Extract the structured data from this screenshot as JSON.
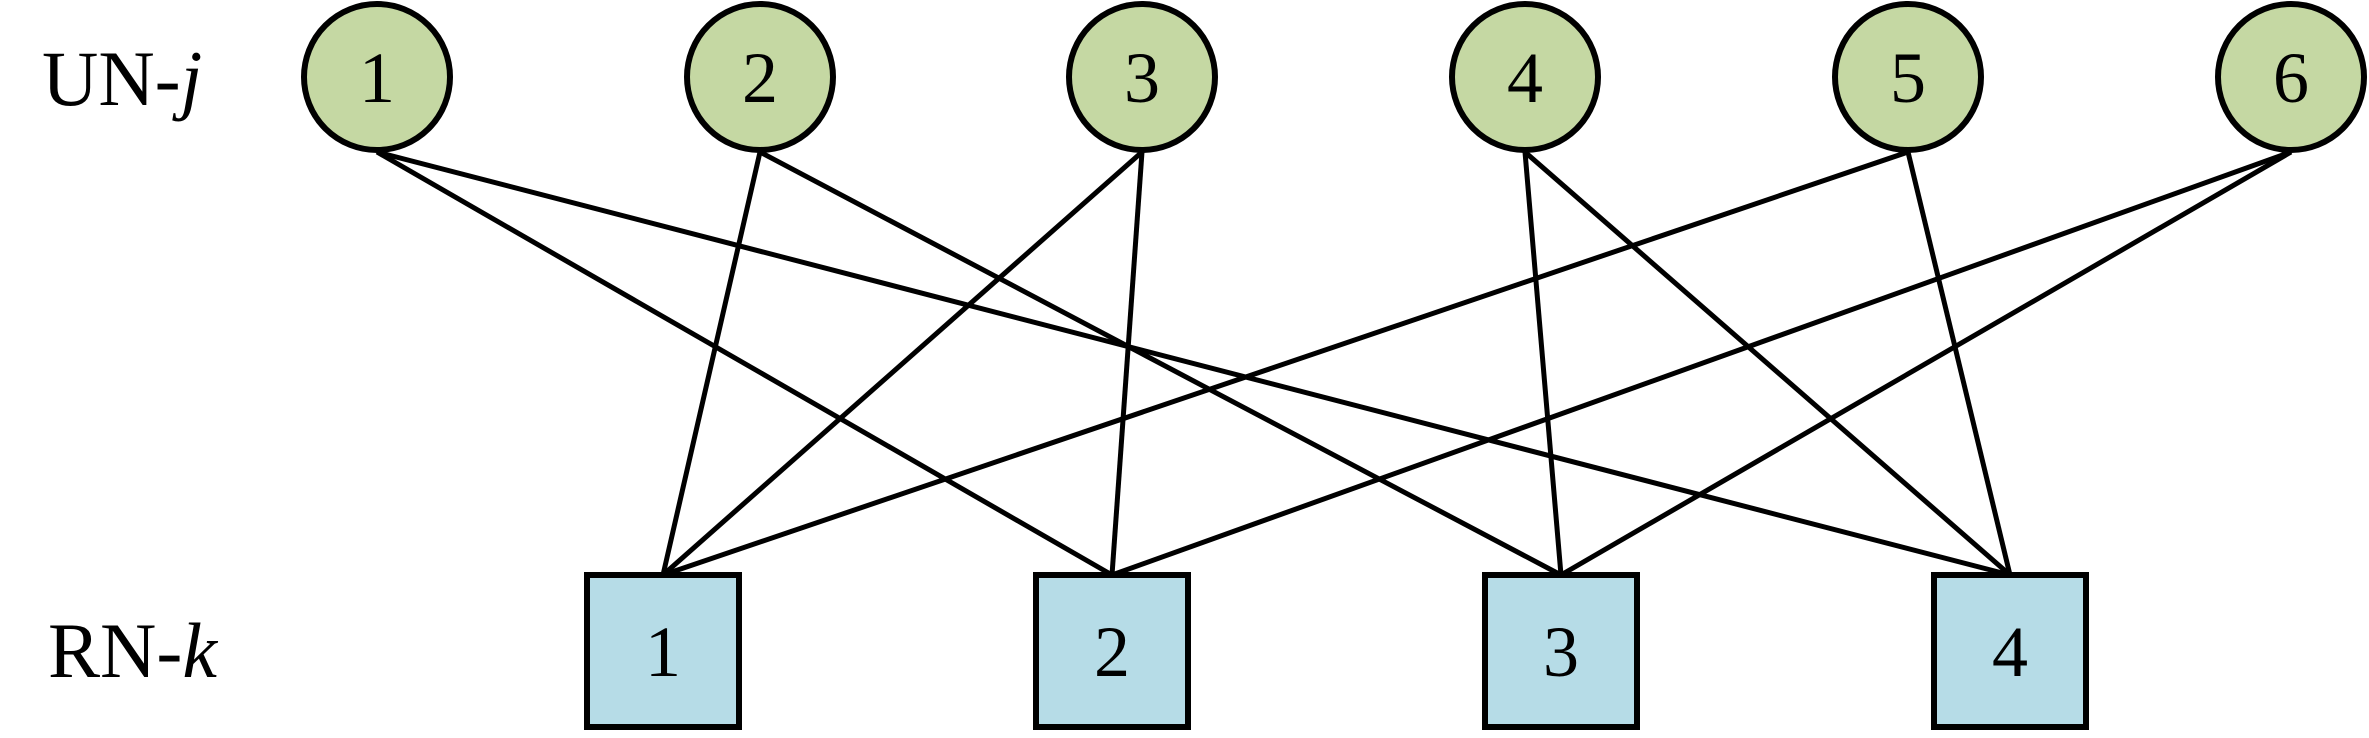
{
  "labels": {
    "un_prefix": "UN-",
    "un_var": "j",
    "rn_prefix": "RN-",
    "rn_var": "k"
  },
  "colors": {
    "un_fill": "#c5d8a3",
    "rn_fill": "#b6dce7",
    "stroke": "#000000"
  },
  "un_nodes": [
    "1",
    "2",
    "3",
    "4",
    "5",
    "6"
  ],
  "rn_nodes": [
    "1",
    "2",
    "3",
    "4"
  ],
  "edges": [
    {
      "un": 1,
      "rn": 2
    },
    {
      "un": 1,
      "rn": 4
    },
    {
      "un": 2,
      "rn": 1
    },
    {
      "un": 2,
      "rn": 3
    },
    {
      "un": 3,
      "rn": 1
    },
    {
      "un": 3,
      "rn": 2
    },
    {
      "un": 4,
      "rn": 3
    },
    {
      "un": 4,
      "rn": 4
    },
    {
      "un": 5,
      "rn": 1
    },
    {
      "un": 5,
      "rn": 4
    },
    {
      "un": 6,
      "rn": 2
    },
    {
      "un": 6,
      "rn": 3
    }
  ]
}
